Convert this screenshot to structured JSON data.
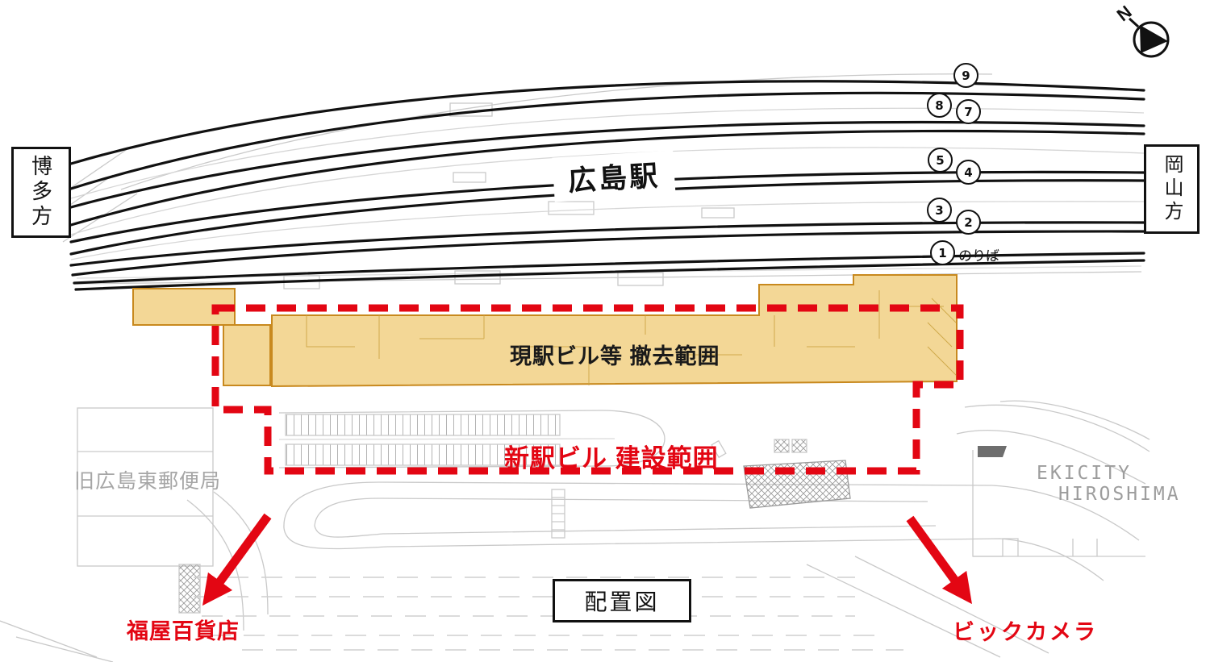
{
  "compass": {
    "label": "N"
  },
  "direction_labels": {
    "left": "博多方",
    "right": "岡山方"
  },
  "station": {
    "name": "広島駅"
  },
  "platforms": {
    "numbers": [
      "9",
      "8",
      "7",
      "5",
      "4",
      "3",
      "2",
      "1"
    ],
    "note": "のりば"
  },
  "zones": {
    "demolition_label": "現駅ビル等 撤去範囲",
    "construction_label": "新駅ビル 建設範囲"
  },
  "landmarks": {
    "post_office": "旧広島東郵便局",
    "ekicity_line1": "EKICITY",
    "ekicity_line2": "HIROSHIMA",
    "store_left": "福屋百貨店",
    "store_right": "ビックカメラ"
  },
  "caption": "配置図",
  "colors": {
    "accent_red": "#E30613",
    "highlight_fill": "#F1D287",
    "highlight_border": "#C8891E",
    "track_black": "#111111",
    "background_line_gray": "#c9c9c9",
    "label_gray": "#a6a6a6"
  }
}
